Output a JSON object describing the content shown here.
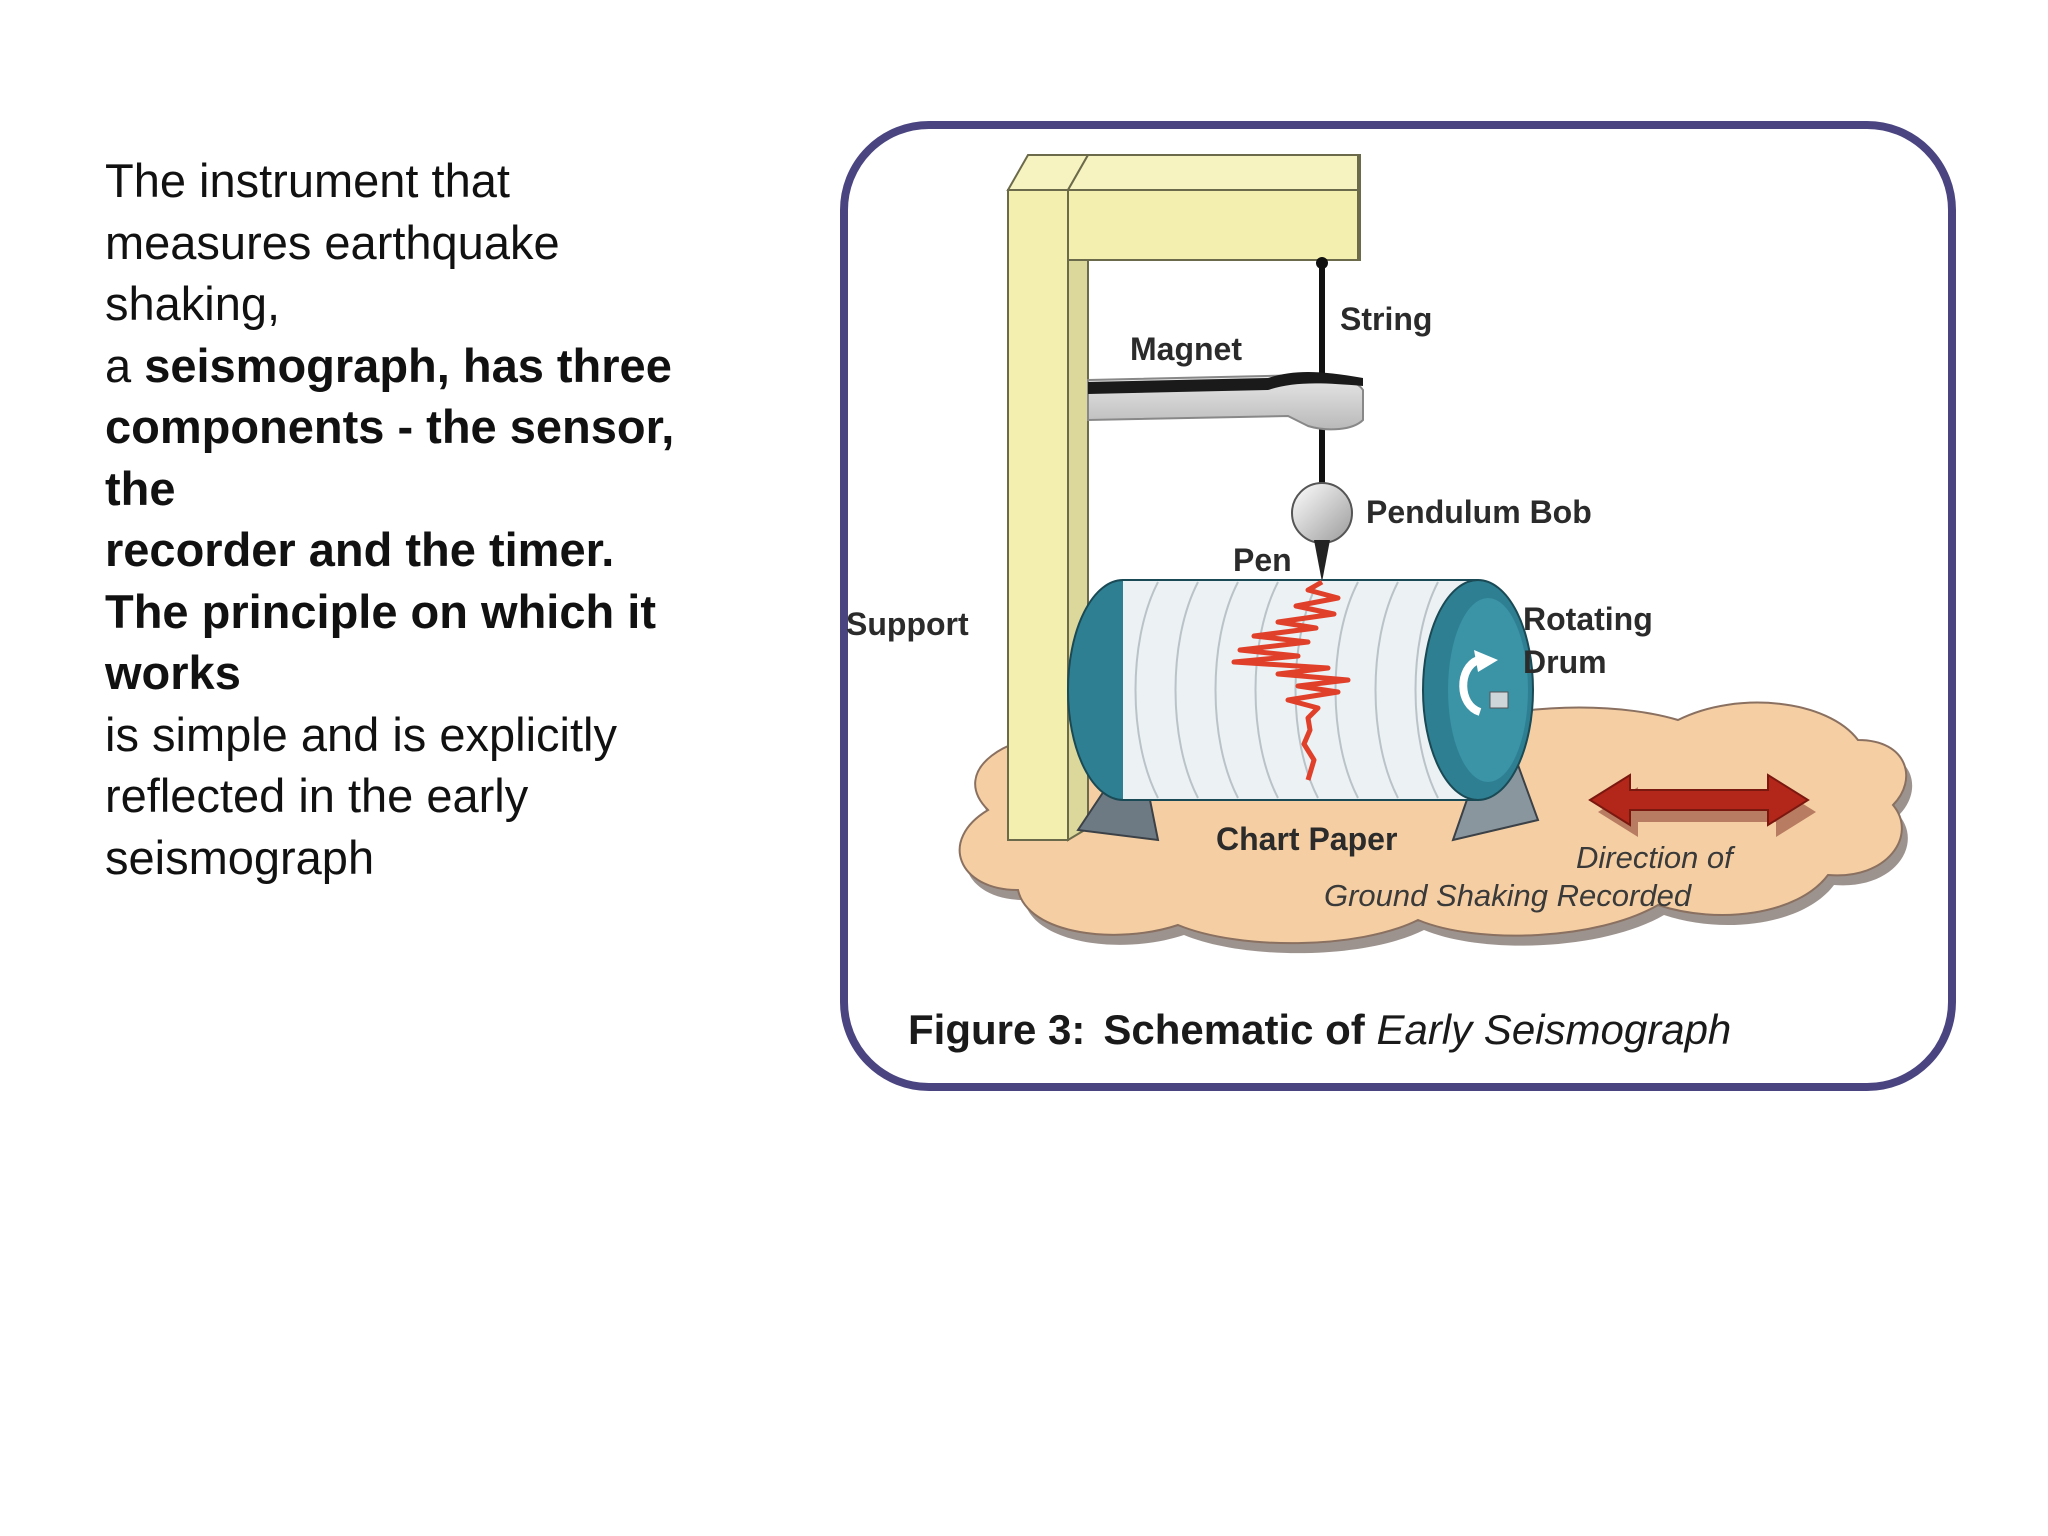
{
  "text_block": {
    "line1": "The instrument that",
    "line2": "measures earthquake",
    "line3": "shaking,",
    "line4_a": "a ",
    "line4_b": "seismograph, has three",
    "line5": "components - the sensor,",
    "line6": "the",
    "line7": "recorder and the timer.",
    "line8": "The principle on which it",
    "line9": "works",
    "line10": "is simple and is explicitly",
    "line11": "reflected in the early",
    "line12": "seismograph"
  },
  "diagram": {
    "labels": {
      "string": "String",
      "magnet": "Magnet",
      "pendulum_bob": "Pendulum Bob",
      "pen": "Pen",
      "support": "Support",
      "rotating": "Rotating",
      "drum": "Drum",
      "chart_paper": "Chart Paper",
      "direction_line1": "Direction of",
      "direction_line2": "Ground Shaking Recorded"
    },
    "caption": {
      "figure": "Figure 3:",
      "schematic": "Schematic of ",
      "title_italic": "Early Seismograph"
    },
    "colors": {
      "frame": "#4a4580",
      "support": "#f3efae",
      "ground": "#f5cfa3",
      "drum": "#2e7f92",
      "trace": "#e0402a",
      "arrow": "#b3261a"
    }
  }
}
